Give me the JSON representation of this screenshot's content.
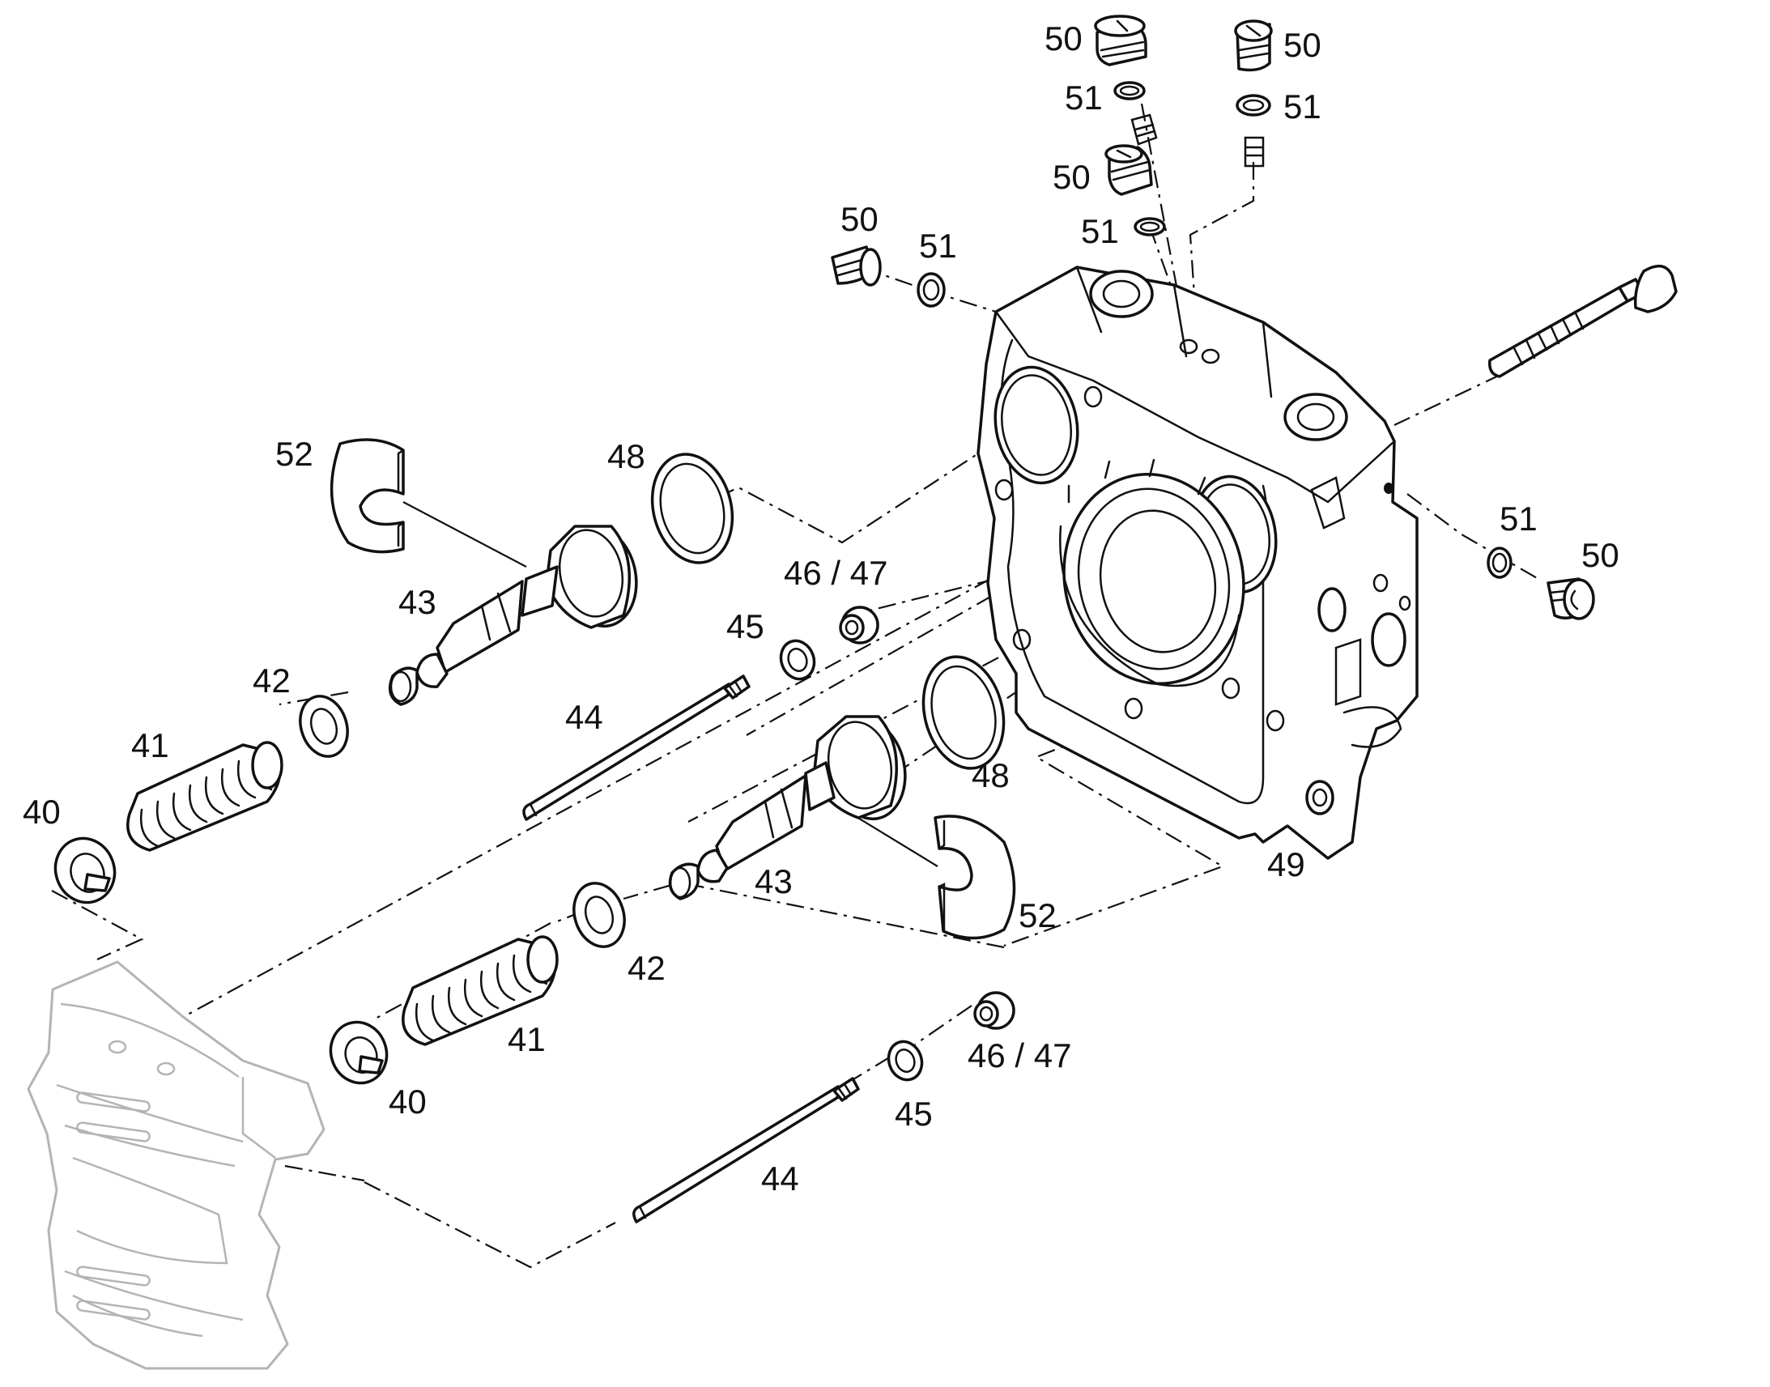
{
  "callouts": [
    {
      "id": "c50a",
      "text": "50"
    },
    {
      "id": "c50b",
      "text": "50"
    },
    {
      "id": "c51a",
      "text": "51"
    },
    {
      "id": "c51b",
      "text": "51"
    },
    {
      "id": "c50c",
      "text": "50"
    },
    {
      "id": "c51c",
      "text": "51"
    },
    {
      "id": "c50d",
      "text": "50"
    },
    {
      "id": "c51d",
      "text": "51"
    },
    {
      "id": "c52a",
      "text": "52"
    },
    {
      "id": "c48a",
      "text": "48"
    },
    {
      "id": "c43a",
      "text": "43"
    },
    {
      "id": "c4647a",
      "text": "46 / 47"
    },
    {
      "id": "c45a",
      "text": "45"
    },
    {
      "id": "c42a",
      "text": "42"
    },
    {
      "id": "c44a",
      "text": "44"
    },
    {
      "id": "c41a",
      "text": "41"
    },
    {
      "id": "c40a",
      "text": "40"
    },
    {
      "id": "c51e",
      "text": "51"
    },
    {
      "id": "c50e",
      "text": "50"
    },
    {
      "id": "c48b",
      "text": "48"
    },
    {
      "id": "c49",
      "text": "49"
    },
    {
      "id": "c43b",
      "text": "43"
    },
    {
      "id": "c52b",
      "text": "52"
    },
    {
      "id": "c42b",
      "text": "42"
    },
    {
      "id": "c41b",
      "text": "41"
    },
    {
      "id": "c40b",
      "text": "40"
    },
    {
      "id": "c4647b",
      "text": "46 / 47"
    },
    {
      "id": "c45b",
      "text": "45"
    },
    {
      "id": "c44b",
      "text": "44"
    }
  ]
}
